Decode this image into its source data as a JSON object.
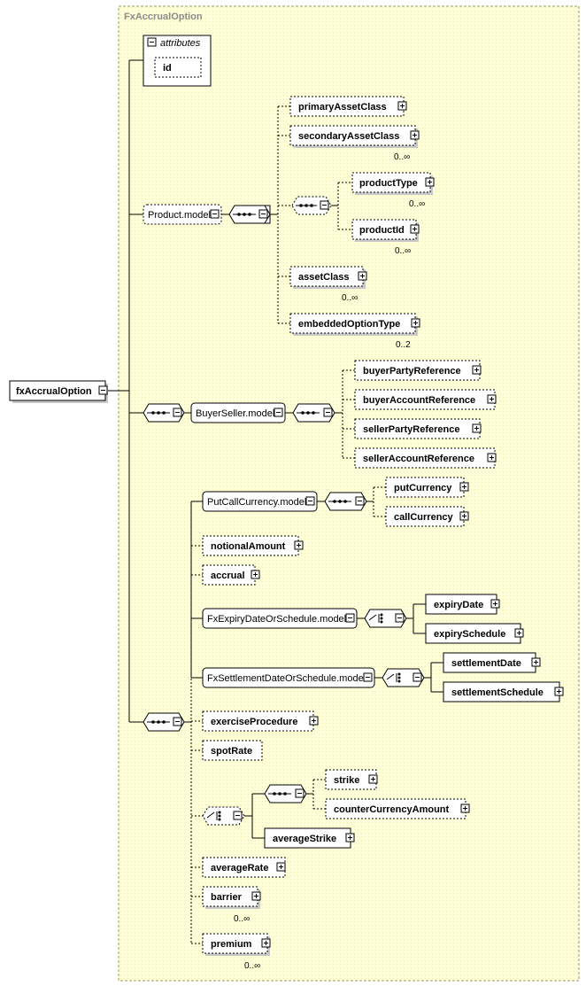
{
  "type_name": "FxAccrualOption",
  "root": "fxAccrualOption",
  "attributes": {
    "title": "attributes",
    "items": [
      "id"
    ]
  },
  "nodes": {
    "product_model": "Product.model",
    "primaryAssetClass": "primaryAssetClass",
    "secondaryAssetClass": "secondaryAssetClass",
    "productType": "productType",
    "productId": "productId",
    "assetClass": "assetClass",
    "embeddedOptionType": "embeddedOptionType",
    "buyerseller_model": "BuyerSeller.model",
    "buyerPartyReference": "buyerPartyReference",
    "buyerAccountReference": "buyerAccountReference",
    "sellerPartyReference": "sellerPartyReference",
    "sellerAccountReference": "sellerAccountReference",
    "putcall_model": "PutCallCurrency.model",
    "putCurrency": "putCurrency",
    "callCurrency": "callCurrency",
    "notionalAmount": "notionalAmount",
    "accrual": "accrual",
    "expiry_model": "FxExpiryDateOrSchedule.model",
    "expiryDate": "expiryDate",
    "expirySchedule": "expirySchedule",
    "settlement_model": "FxSettlementDateOrSchedule.model",
    "settlementDate": "settlementDate",
    "settlementSchedule": "settlementSchedule",
    "exerciseProcedure": "exerciseProcedure",
    "spotRate": "spotRate",
    "strike": "strike",
    "counterCurrencyAmount": "counterCurrencyAmount",
    "averageStrike": "averageStrike",
    "averageRate": "averageRate",
    "barrier": "barrier",
    "premium": "premium"
  },
  "cardinality": {
    "secondaryAssetClass": "0..∞",
    "productType": "0..∞",
    "productId": "0..∞",
    "assetClass": "0..∞",
    "embeddedOptionType": "0..2",
    "barrier": "0..∞",
    "premium": "0..∞"
  }
}
